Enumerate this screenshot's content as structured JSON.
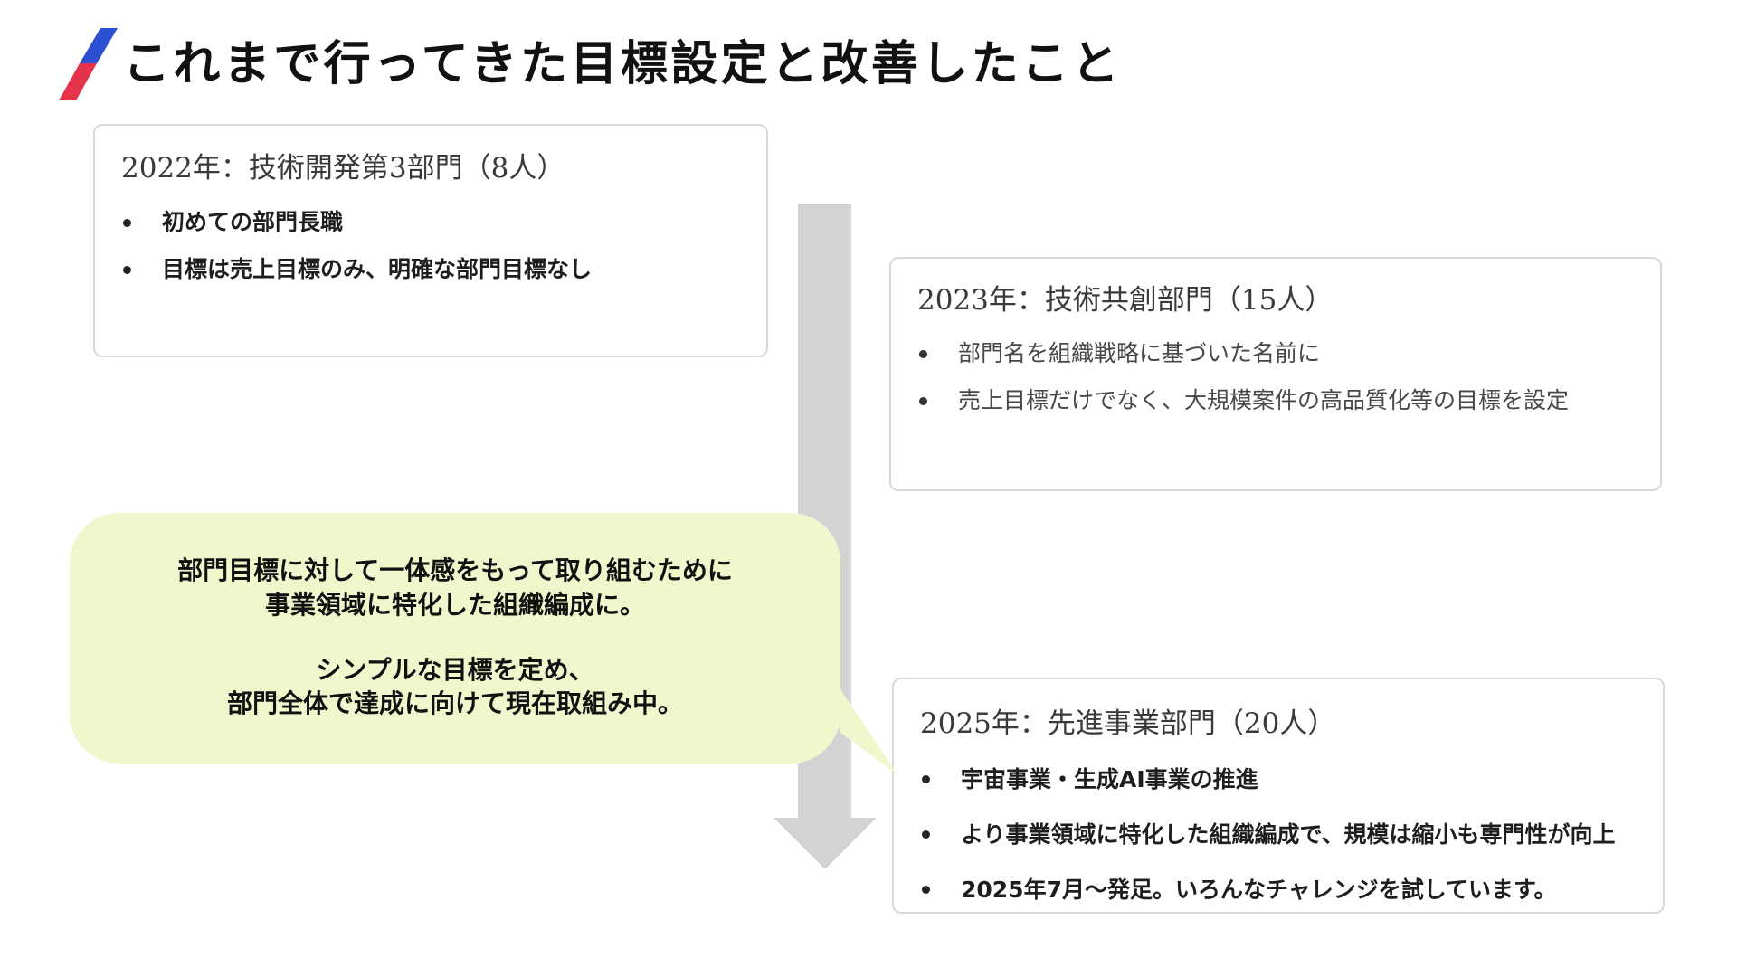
{
  "page": {
    "title": "これまで行ってきた目標設定と改善したこと"
  },
  "colors": {
    "logo_blue": "#2b50d2",
    "logo_red": "#e5334b",
    "arrow": "#d3d3d3",
    "card_border": "#d9d9d9",
    "callout_bg": "#eef8cc",
    "title_text": "#111111",
    "heading_text": "#3a3a3a"
  },
  "timeline": [
    {
      "heading": "2022年：技術開発第3部門（8人）",
      "bullets": [
        "初めての部門長職",
        "目標は売上目標のみ、明確な部門目標なし"
      ]
    },
    {
      "heading": "2023年：技術共創部門（15人）",
      "bullets": [
        "部門名を組織戦略に基づいた名前に",
        "売上目標だけでなく、大規模案件の高品質化等の目標を設定"
      ]
    },
    {
      "heading": "2025年：先進事業部門（20人）",
      "bullets": [
        "宇宙事業・生成AI事業の推進",
        "より事業領域に特化した組織編成で、規模は縮小も専門性が向上",
        "2025年7月～発足。いろんなチャレンジを試しています。"
      ]
    }
  ],
  "callout": {
    "paragraphs": [
      [
        "部門目標に対して一体感をもって取り組むために",
        "事業領域に特化した組織編成に。"
      ],
      [
        "シンプルな目標を定め、",
        "部門全体で達成に向けて現在取組み中。"
      ]
    ]
  }
}
